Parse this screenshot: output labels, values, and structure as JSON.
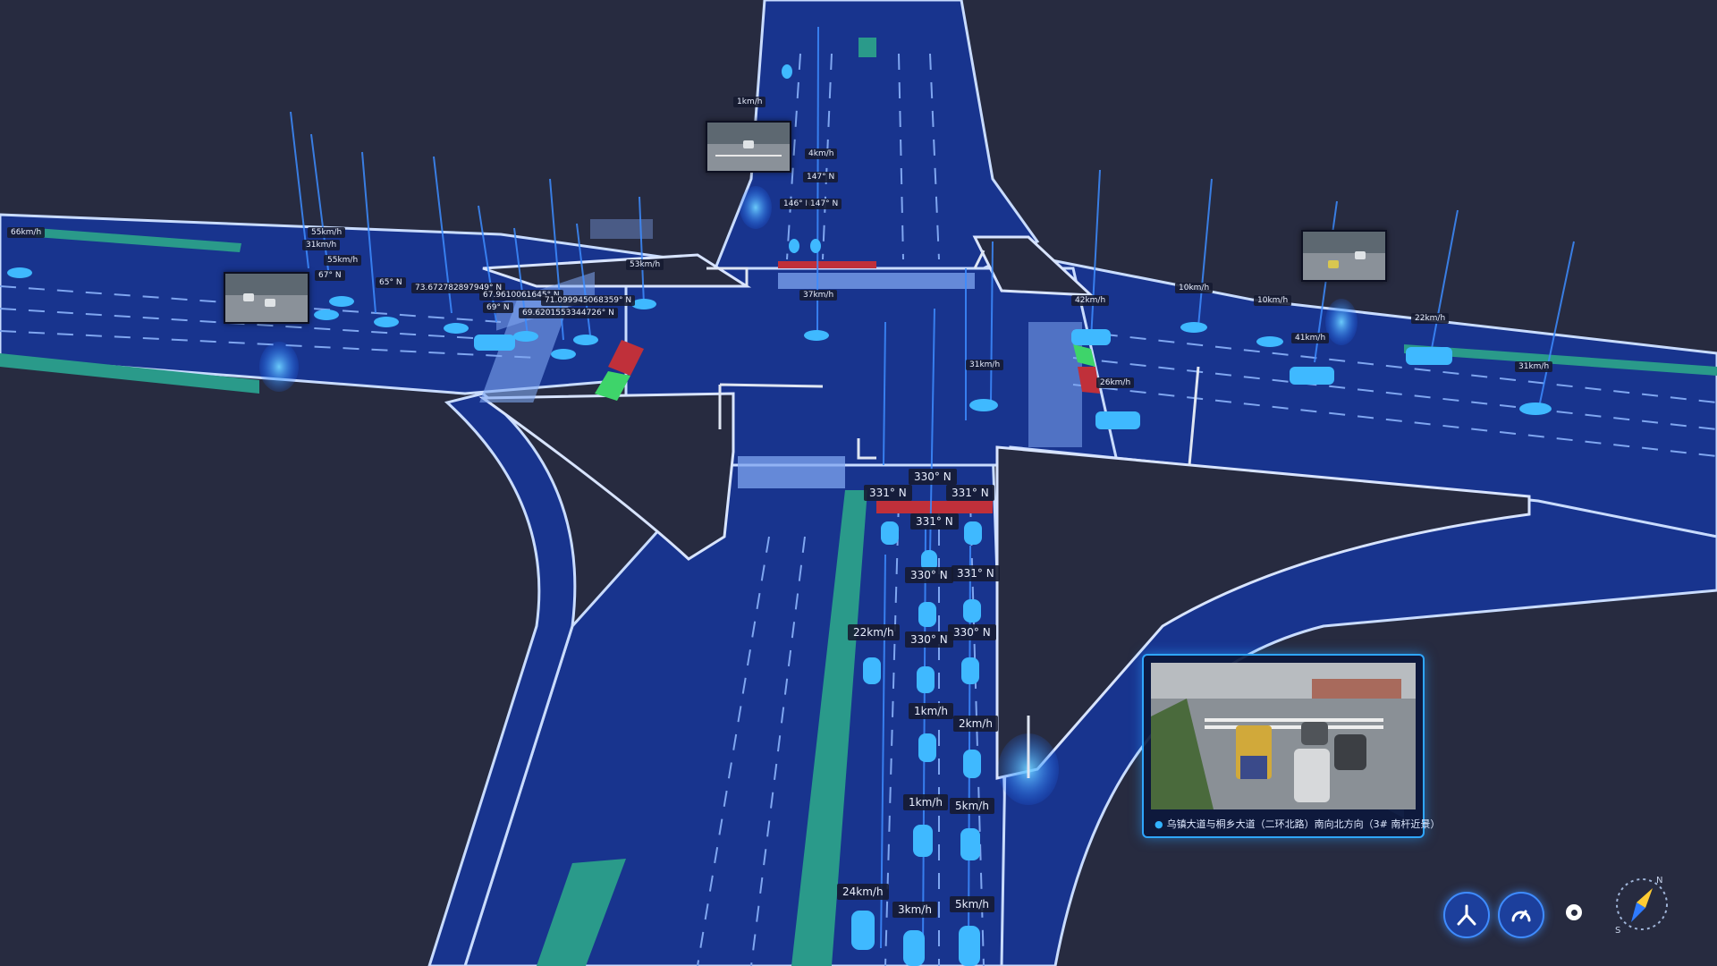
{
  "speed_tags": [
    {
      "text": "66km/h",
      "small": true
    },
    {
      "text": "55km/h",
      "small": true
    },
    {
      "text": "31km/h",
      "small": true
    },
    {
      "text": "55km/h",
      "small": true
    },
    {
      "text": "67° N",
      "small": true
    },
    {
      "text": "65° N",
      "small": true
    },
    {
      "text": "73.672782897949° N",
      "small": true
    },
    {
      "text": "67.9610061645° N",
      "small": true
    },
    {
      "text": "71.099945068359° N",
      "small": true
    },
    {
      "text": "69° N",
      "small": true
    },
    {
      "text": "69.6201553344726° N",
      "small": true
    },
    {
      "text": "53km/h",
      "small": true
    },
    {
      "text": "1km/h",
      "small": true
    },
    {
      "text": "4km/h",
      "small": true
    },
    {
      "text": "147° N",
      "small": true
    },
    {
      "text": "146° N",
      "small": true
    },
    {
      "text": "147° N",
      "small": true
    },
    {
      "text": "37km/h",
      "small": true
    },
    {
      "text": "42km/h",
      "small": true
    },
    {
      "text": "10km/h",
      "small": true
    },
    {
      "text": "10km/h",
      "small": true
    },
    {
      "text": "41km/h",
      "small": true
    },
    {
      "text": "22km/h",
      "small": true
    },
    {
      "text": "31km/h",
      "small": true
    },
    {
      "text": "31km/h",
      "small": true
    },
    {
      "text": "26km/h",
      "small": true
    },
    {
      "text": "330° N",
      "small": false
    },
    {
      "text": "331° N",
      "small": false
    },
    {
      "text": "331° N",
      "small": false
    },
    {
      "text": "331° N",
      "small": false
    },
    {
      "text": "330° N",
      "small": false
    },
    {
      "text": "331° N",
      "small": false
    },
    {
      "text": "22km/h",
      "small": false
    },
    {
      "text": "330° N",
      "small": false
    },
    {
      "text": "330° N",
      "small": false
    },
    {
      "text": "1km/h",
      "small": false
    },
    {
      "text": "2km/h",
      "small": false
    },
    {
      "text": "1km/h",
      "small": false
    },
    {
      "text": "5km/h",
      "small": false
    },
    {
      "text": "24km/h",
      "small": false
    },
    {
      "text": "3km/h",
      "small": false
    },
    {
      "text": "5km/h",
      "small": false
    }
  ],
  "video_panel": {
    "caption": "乌镇大道与桐乡大道（二环北路）南向北方向（3# 南杆近景）"
  },
  "controls": {
    "lane_view_label": "lane-view",
    "speed_view_label": "speed-view"
  },
  "compass": {
    "north": "N",
    "south": "S"
  },
  "colors": {
    "background": "#272b40",
    "road": "#18348e",
    "lane_line": "#7fa6f0",
    "vehicle": "#3fb9ff",
    "median": "#2a9a8a",
    "signal_red": "#c0303a",
    "signal_green": "#3ed46a",
    "accent": "#2fa6ff"
  }
}
